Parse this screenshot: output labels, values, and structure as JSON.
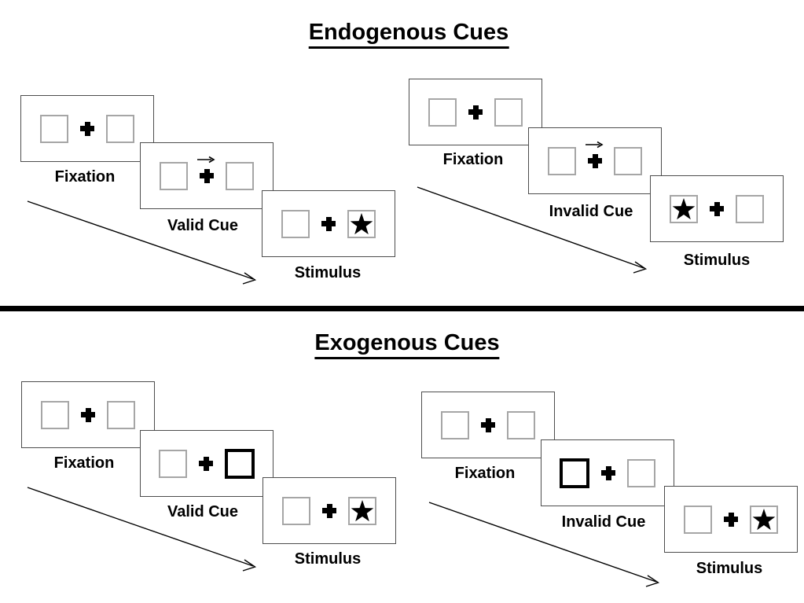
{
  "diagram": {
    "background": "#ffffff",
    "divider_color": "#000000"
  },
  "colors": {
    "panel_border": "#4d4d4d",
    "placeholder_border": "#a6a6a6",
    "cue_highlight_border": "#000000",
    "ink": "#000000"
  },
  "icons": {
    "fixation_cross": "plus-cross-icon",
    "cue_arrow": "right-arrow-icon",
    "target_star": "filled-star-icon",
    "sequence_arrow": "diagonal-arrow-icon"
  },
  "sections": [
    {
      "title": "Endogenous Cues",
      "trials": [
        {
          "panels": [
            {
              "label": "Fixation",
              "type": "fixation"
            },
            {
              "label": "Valid Cue",
              "type": "arrow-cue",
              "cue_direction": "right"
            },
            {
              "label": "Stimulus",
              "type": "stimulus",
              "target_side": "right"
            }
          ]
        },
        {
          "panels": [
            {
              "label": "Fixation",
              "type": "fixation"
            },
            {
              "label": "Invalid Cue",
              "type": "arrow-cue",
              "cue_direction": "right"
            },
            {
              "label": "Stimulus",
              "type": "stimulus",
              "target_side": "left"
            }
          ]
        }
      ]
    },
    {
      "title": "Exogenous Cues",
      "trials": [
        {
          "panels": [
            {
              "label": "Fixation",
              "type": "fixation"
            },
            {
              "label": "Valid Cue",
              "type": "box-cue",
              "cue_side": "right"
            },
            {
              "label": "Stimulus",
              "type": "stimulus",
              "target_side": "right"
            }
          ]
        },
        {
          "panels": [
            {
              "label": "Fixation",
              "type": "fixation"
            },
            {
              "label": "Invalid Cue",
              "type": "box-cue",
              "cue_side": "left"
            },
            {
              "label": "Stimulus",
              "type": "stimulus",
              "target_side": "right"
            }
          ]
        }
      ]
    }
  ]
}
